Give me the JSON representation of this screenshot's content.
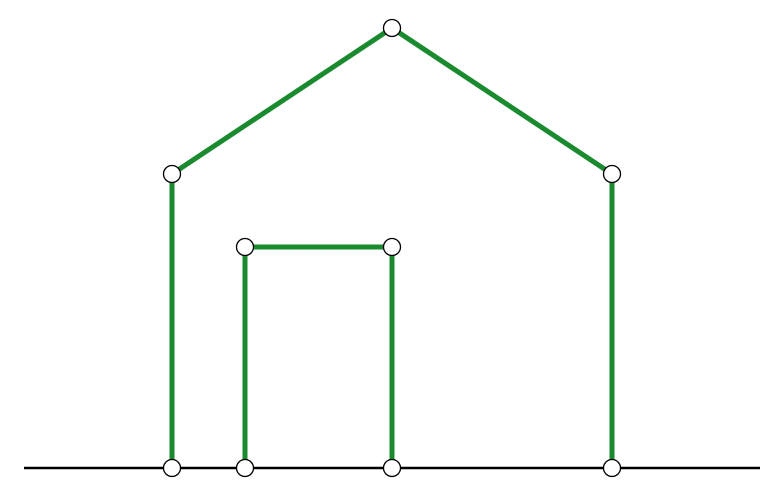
{
  "diagram": {
    "colors": {
      "background": "#ffffff",
      "edge": "#1a8a2e",
      "ground": "#000000",
      "node_fill": "#ffffff",
      "node_stroke": "#000000"
    },
    "nodes": [
      {
        "id": "ground-left-wall"
      },
      {
        "id": "eave-left"
      },
      {
        "id": "roof-peak"
      },
      {
        "id": "eave-right"
      },
      {
        "id": "ground-right-wall"
      },
      {
        "id": "door-top-left"
      },
      {
        "id": "door-top-right"
      },
      {
        "id": "ground-door-left"
      },
      {
        "id": "ground-door-right"
      }
    ],
    "edges": [
      {
        "from": "ground-left-wall",
        "to": "eave-left"
      },
      {
        "from": "eave-left",
        "to": "roof-peak"
      },
      {
        "from": "roof-peak",
        "to": "eave-right"
      },
      {
        "from": "eave-right",
        "to": "ground-right-wall"
      },
      {
        "from": "ground-door-left",
        "to": "door-top-left"
      },
      {
        "from": "door-top-left",
        "to": "door-top-right"
      },
      {
        "from": "door-top-right",
        "to": "ground-door-right"
      }
    ]
  }
}
